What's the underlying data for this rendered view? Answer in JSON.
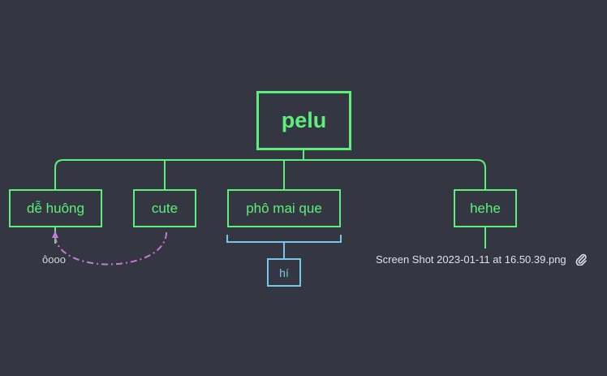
{
  "mindmap": {
    "root": {
      "label": "pelu"
    },
    "children": [
      {
        "id": "de-huong",
        "label": "dễ huông"
      },
      {
        "id": "cute",
        "label": "cute"
      },
      {
        "id": "pho-mai-que",
        "label": "phô mai que"
      },
      {
        "id": "hehe",
        "label": "hehe"
      }
    ],
    "summary": {
      "label": "hí"
    },
    "relationship": {
      "from": "cute",
      "to": "dễ huông",
      "label": "ôooo"
    },
    "attachment": {
      "filename": "Screen Shot 2023-01-11 at 16.50.39.png",
      "icon": "paperclip-icon"
    }
  },
  "colors": {
    "background": "#343641",
    "branch": "#5cf07a",
    "summary": "#76c6ea",
    "relationship": "#c77ad6",
    "text_muted": "#d6d7de"
  }
}
